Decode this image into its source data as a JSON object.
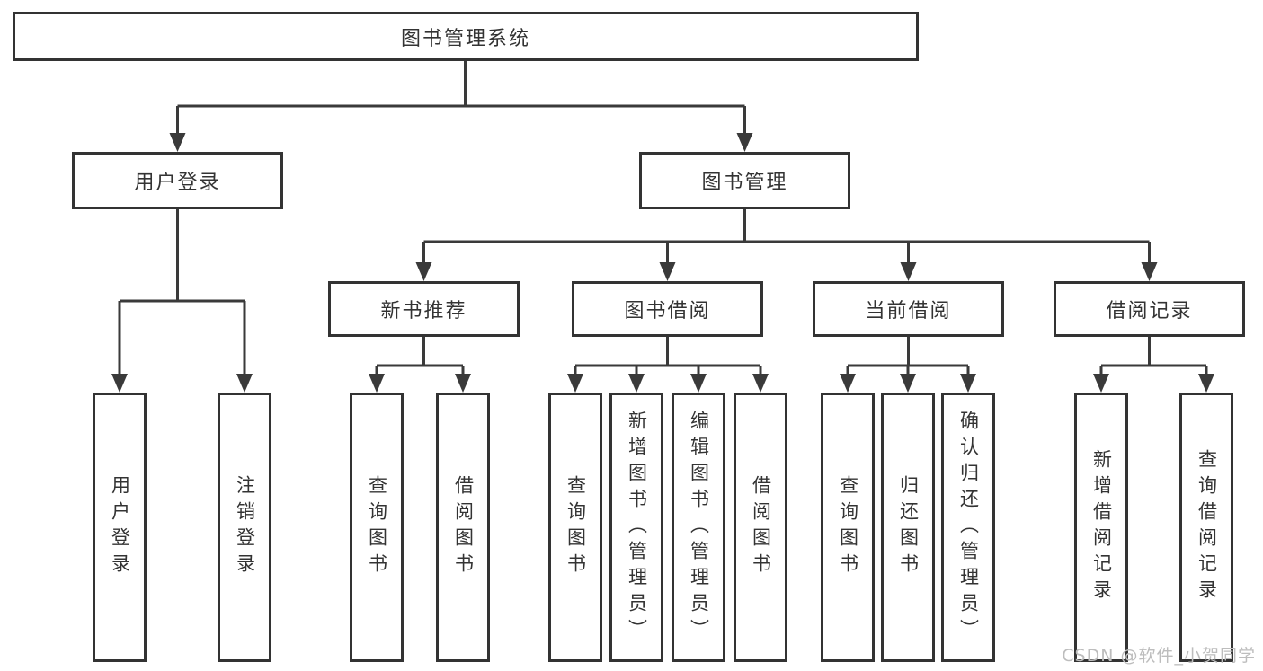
{
  "tree": {
    "label": "图书管理系统",
    "children": [
      {
        "label": "用户登录",
        "children": [
          {
            "label": "用户登录"
          },
          {
            "label": "注销登录"
          }
        ]
      },
      {
        "label": "图书管理",
        "children": [
          {
            "label": "新书推荐",
            "children": [
              {
                "label": "查询图书"
              },
              {
                "label": "借阅图书"
              }
            ]
          },
          {
            "label": "图书借阅",
            "children": [
              {
                "label": "查询图书"
              },
              {
                "label": "新增图书（管理员）"
              },
              {
                "label": "编辑图书（管理员）"
              },
              {
                "label": "借阅图书"
              }
            ]
          },
          {
            "label": "当前借阅",
            "children": [
              {
                "label": "查询图书"
              },
              {
                "label": "归还图书"
              },
              {
                "label": "确认归还（管理员）"
              }
            ]
          },
          {
            "label": "借阅记录",
            "children": [
              {
                "label": "新增借阅记录"
              },
              {
                "label": "查询借阅记录"
              }
            ]
          }
        ]
      }
    ]
  },
  "watermark": "CSDN @软件_小贺同学",
  "colors": {
    "line": "#3a3a3a",
    "box_border": "#333333",
    "box_fill": "#ffffff",
    "text": "#333333",
    "watermark": "#bdbdbd",
    "background": "#ffffff"
  }
}
